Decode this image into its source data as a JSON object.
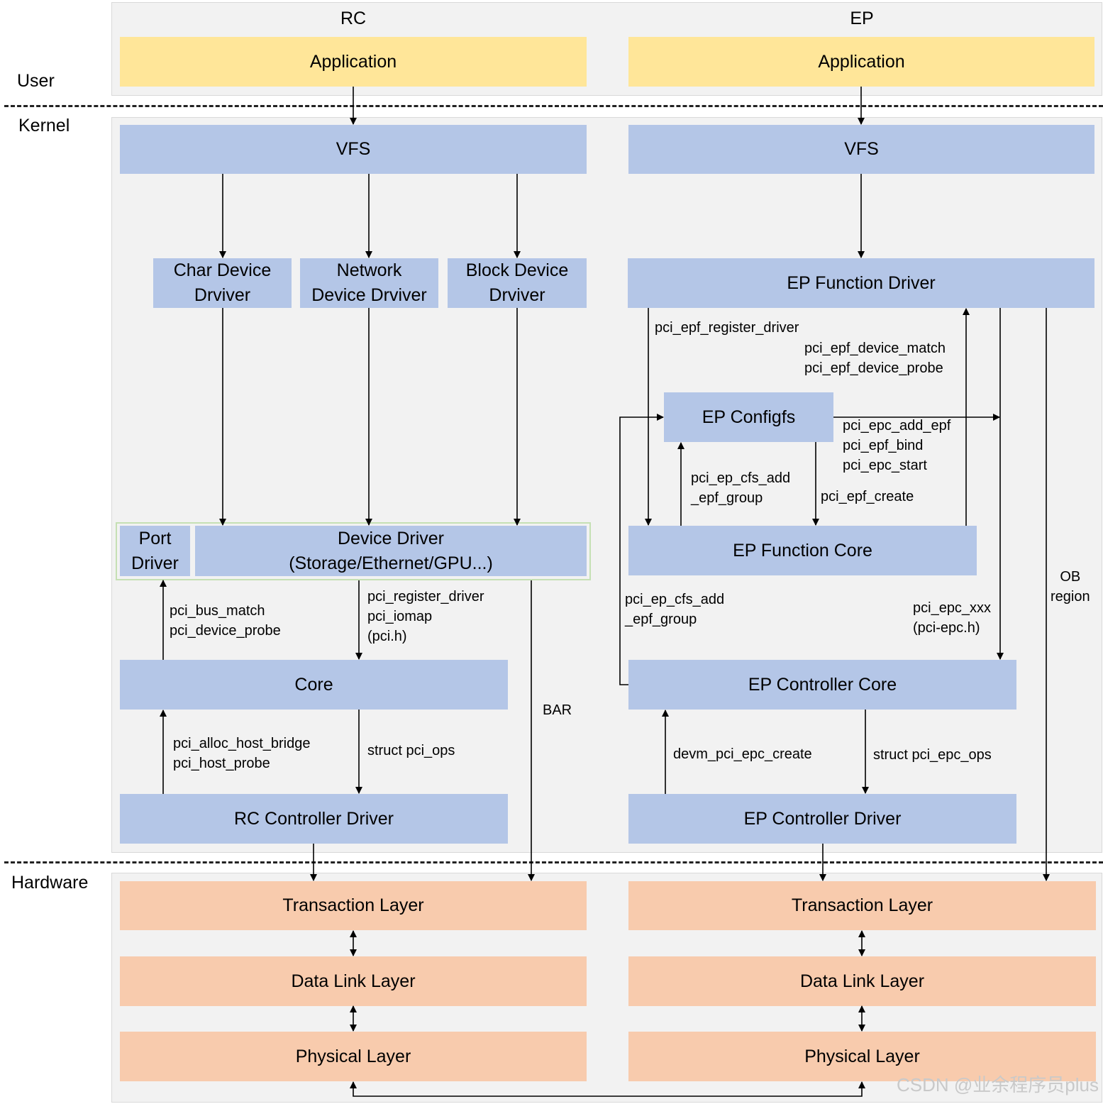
{
  "columns": {
    "rc": "RC",
    "ep": "EP"
  },
  "layers": {
    "user": "User",
    "kernel": "Kernel",
    "hardware": "Hardware"
  },
  "rc": {
    "application": "Application",
    "vfs": "VFS",
    "char_driver": "Char Device\nDrviver",
    "network_driver": "Network\nDevice Drviver",
    "block_driver": "Block Device\nDrviver",
    "port_driver": "Port\nDriver",
    "device_driver": "Device Driver\n(Storage/Ethernet/GPU...)",
    "core": "Core",
    "controller_driver": "RC Controller Driver",
    "labels": {
      "bus_match": "pci_bus_match\npci_device_probe",
      "register_driver": "pci_register_driver\npci_iomap\n(pci.h)",
      "alloc_host": "pci_alloc_host_bridge\npci_host_probe",
      "pci_ops": "struct pci_ops",
      "bar": "BAR"
    },
    "transaction": "Transaction Layer",
    "data_link": "Data Link Layer",
    "physical": "Physical Layer"
  },
  "ep": {
    "application": "Application",
    "vfs": "VFS",
    "function_driver": "EP Function Driver",
    "configfs": "EP Configfs",
    "function_core": "EP Function Core",
    "controller_core": "EP Controller Core",
    "controller_driver": "EP Controller Driver",
    "labels": {
      "epf_register": "pci_epf_register_driver",
      "device_match": "pci_epf_device_match\npci_epf_device_probe",
      "add_epf": "pci_epc_add_epf\npci_epf_bind\npci_epc_start",
      "cfs_add_inner": "pci_ep_cfs_add\n_epf_group",
      "epf_create": "pci_epf_create",
      "cfs_add_outer": "pci_ep_cfs_add\n_epf_group",
      "epc_xxx": "pci_epc_xxx\n(pci-epc.h)",
      "ob_region": "OB\nregion",
      "devm_create": "devm_pci_epc_create",
      "epc_ops": "struct pci_epc_ops"
    },
    "transaction": "Transaction Layer",
    "data_link": "Data Link Layer",
    "physical": "Physical Layer"
  },
  "watermark": "CSDN @业余程序员plus"
}
